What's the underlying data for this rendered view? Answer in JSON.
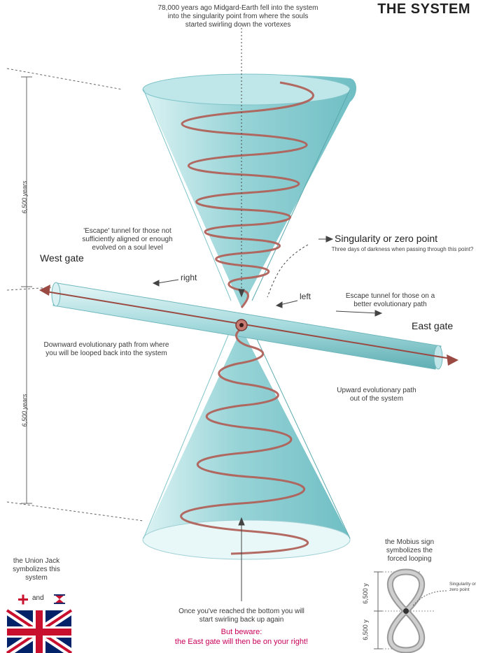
{
  "title": "THE SYSTEM",
  "top_note": "78,000 years ago Midgard-Earth fell into the system into the singularity point from where the souls started swirling down the vortexes",
  "upper_span": "6,500 years",
  "lower_span": "6,500 years",
  "escape_west": "'Escape' tunnel for those not sufficiently aligned or enough evolved on a soul level",
  "west_gate": "West gate",
  "east_gate": "East gate",
  "right_label": "right",
  "left_label": "left",
  "singularity_title": "Singularity or zero point",
  "singularity_note": "Three days of darkness when passing through this point?",
  "escape_east": "Escape tunnel for those on a better evolutionary path",
  "downward_path": "Downward evolutionary path from where you will be looped back into the system",
  "upward_path": "Upward evolutionary path out of the system",
  "bottom_note": "Once you've reached the bottom you will start swirling back up again",
  "beware_1": "But beware:",
  "beware_2": "the East gate will then be on your right!",
  "union_jack_note": "the Union Jack symbolizes this system",
  "and_word": "and",
  "mobius_note": "the Mobius sign symbolizes the forced looping",
  "mobius_y_top": "6,500 y",
  "mobius_y_bottom": "6,500 y",
  "mobius_singularity": "Singularity or zero point",
  "colors": {
    "cone": "#a9dde0",
    "tunnel": "#9fd6da",
    "spiral": "#b0625a",
    "accent": "#c8005a"
  }
}
